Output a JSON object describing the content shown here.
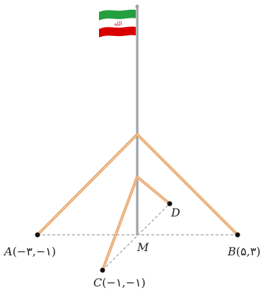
{
  "points": {
    "A": {
      "name": "A",
      "coords": "(−۳,−۱)"
    },
    "B": {
      "name": "B",
      "coords": "(۵,۳)"
    },
    "C": {
      "name": "C",
      "coords": "(−۱,−۱)"
    },
    "D": {
      "name": "D"
    },
    "M": {
      "name": "M"
    }
  },
  "flag": {
    "emblem": "الله",
    "colors": {
      "green": "#239f40",
      "white": "#ffffff",
      "red": "#da0000"
    }
  },
  "colors": {
    "rope": "#e8a76e",
    "rope_light": "#f6d7b6",
    "pole": "#9aa0a8",
    "dashed": "#8a8a8a",
    "point": "#111111"
  }
}
